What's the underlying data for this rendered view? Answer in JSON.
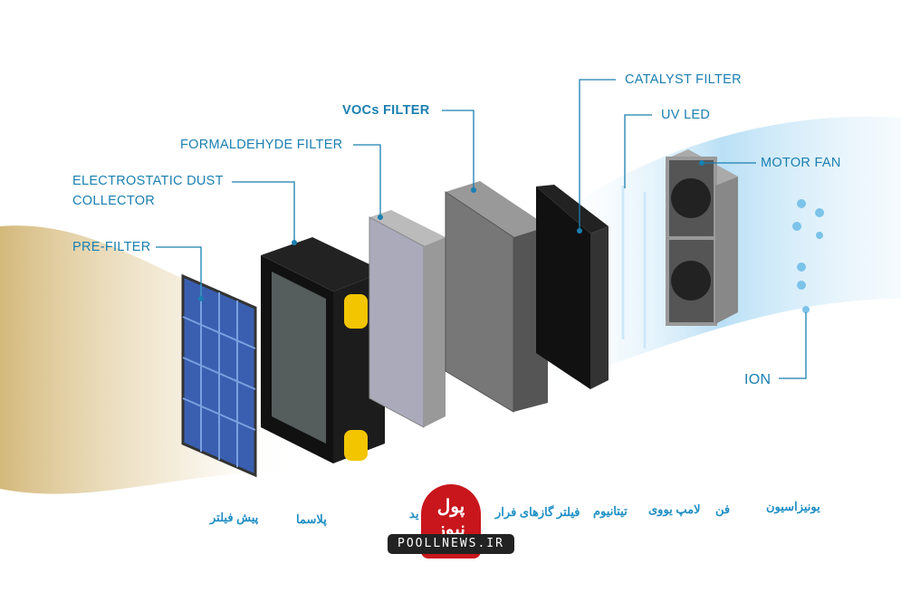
{
  "labels": {
    "catalyst_filter": "CATALYST FILTER",
    "uv_led": "UV LED",
    "vocs_filter": "VOCs FILTER",
    "formaldehyde_filter": "FORMALDEHYDE FILTER",
    "electrostatic_line1": "ELECTROSTATIC DUST",
    "electrostatic_line2": "COLLECTOR",
    "pre_filter": "PRE-FILTER",
    "motor_fan": "MOTOR FAN",
    "ion": "ION"
  },
  "persian_labels": {
    "pre_filter": "پیش فیلتر",
    "plasma": "پلاسما",
    "formaldehyde_partial": "ید",
    "vocs": "فیلتر گازهای فرار",
    "titanium": "تیتانیوم",
    "uv_lamp": "لامپ یووی",
    "fan": "فن",
    "ionization": "یونیزاسیون"
  },
  "watermark": {
    "logo_text": "پول نیوز",
    "site": "POOLLNEWS.IR"
  },
  "colors": {
    "label": "#1a7fb0",
    "accent_yellow": "#f2c500",
    "logo_red": "#c8161c"
  }
}
